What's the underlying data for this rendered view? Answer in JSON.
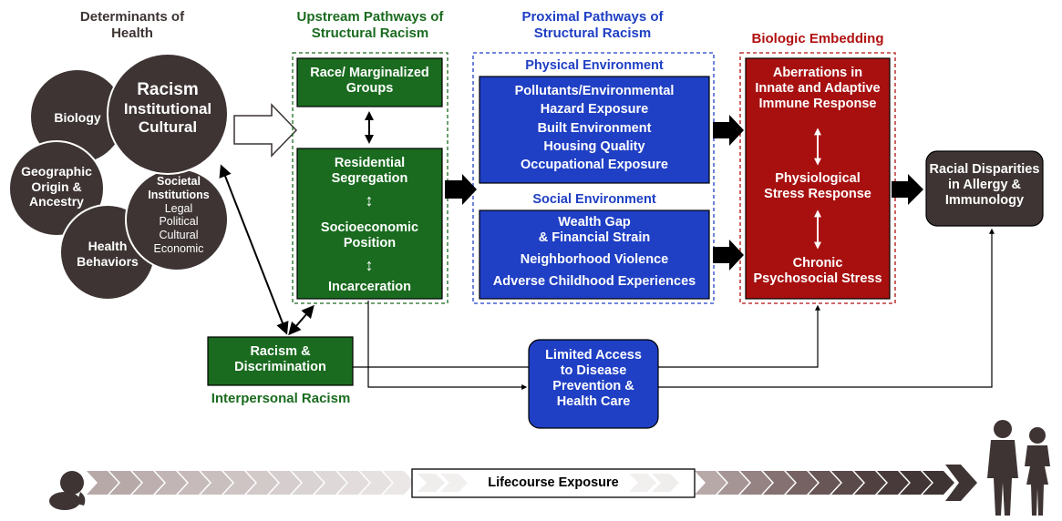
{
  "determinants": {
    "heading": "Determinants of Health",
    "heading_line1": "Determinants of",
    "heading_line2": "Health",
    "racism_line1": "Racism",
    "racism_line2": "Institutional",
    "racism_line3": "Cultural",
    "biology": "Biology",
    "geo_line1": "Geographic",
    "geo_line2": "Origin &",
    "geo_line3": "Ancestry",
    "health_line1": "Health",
    "health_line2": "Behaviors",
    "societal_line1": "Societal",
    "societal_line2": "Institutions",
    "societal_items": [
      "Legal",
      "Political",
      "Cultural",
      "Economic"
    ]
  },
  "upstream": {
    "heading_line1": "Upstream Pathways of",
    "heading_line2": "Structural Racism",
    "race_line1": "Race/ Marginalized",
    "race_line2": "Groups",
    "residential_line1": "Residential",
    "residential_line2": "Segregation",
    "socio_line1": "Socioeconomic",
    "socio_line2": "Position",
    "incarceration": "Incarceration"
  },
  "interpersonal": {
    "box_line1": "Racism &",
    "box_line2": "Discrimination",
    "label": "Interpersonal Racism"
  },
  "proximal": {
    "heading_line1": "Proximal Pathways of",
    "heading_line2": "Structural Racism",
    "physical_heading": "Physical Environment",
    "physical_items": [
      "Pollutants/Environmental",
      "Hazard Exposure",
      "Built Environment",
      "Housing Quality",
      "Occupational Exposure"
    ],
    "social_heading": "Social Environment",
    "social_items": [
      "Wealth Gap",
      "& Financial Strain",
      "Neighborhood Violence",
      "Adverse Childhood Experiences"
    ]
  },
  "access": {
    "lines": [
      "Limited Access",
      "to Disease",
      "Prevention &",
      "Health Care"
    ]
  },
  "biologic": {
    "heading": "Biologic Embedding",
    "immune_lines": [
      "Aberrations in",
      "Innate and Adaptive",
      "Immune Response"
    ],
    "physio_lines": [
      "Physiological",
      "Stress Response"
    ],
    "chronic_lines": [
      "Chronic",
      "Psychosocial Stress"
    ]
  },
  "outcome": {
    "lines": [
      "Racial Disparities",
      "in Allergy &",
      "Immunology"
    ]
  },
  "lifecourse": {
    "label": "Lifecourse Exposure"
  },
  "colors": {
    "dark": "#3d3433",
    "green": "#1a6b1f",
    "blue": "#1f3fc4",
    "red": "#a81010",
    "chevron_light": "#d9cfcf",
    "chevron_dark": "#3d3433"
  }
}
